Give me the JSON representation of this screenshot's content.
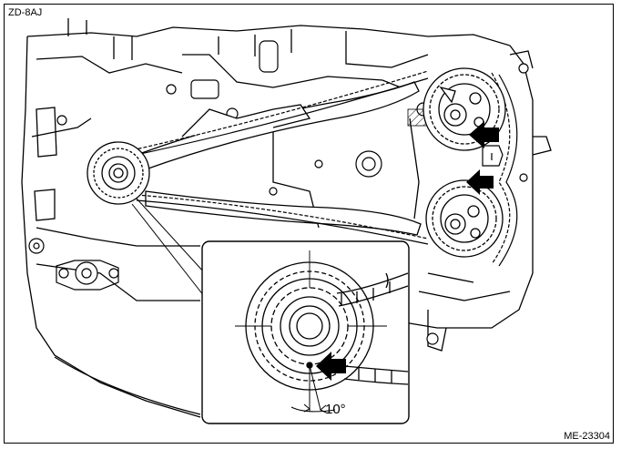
{
  "figure": {
    "code_top_left": "ZD-8AJ",
    "code_bottom_right": "ME-23304",
    "angle_label": "10°"
  },
  "colors": {
    "line": "#000000",
    "background": "#ffffff"
  }
}
